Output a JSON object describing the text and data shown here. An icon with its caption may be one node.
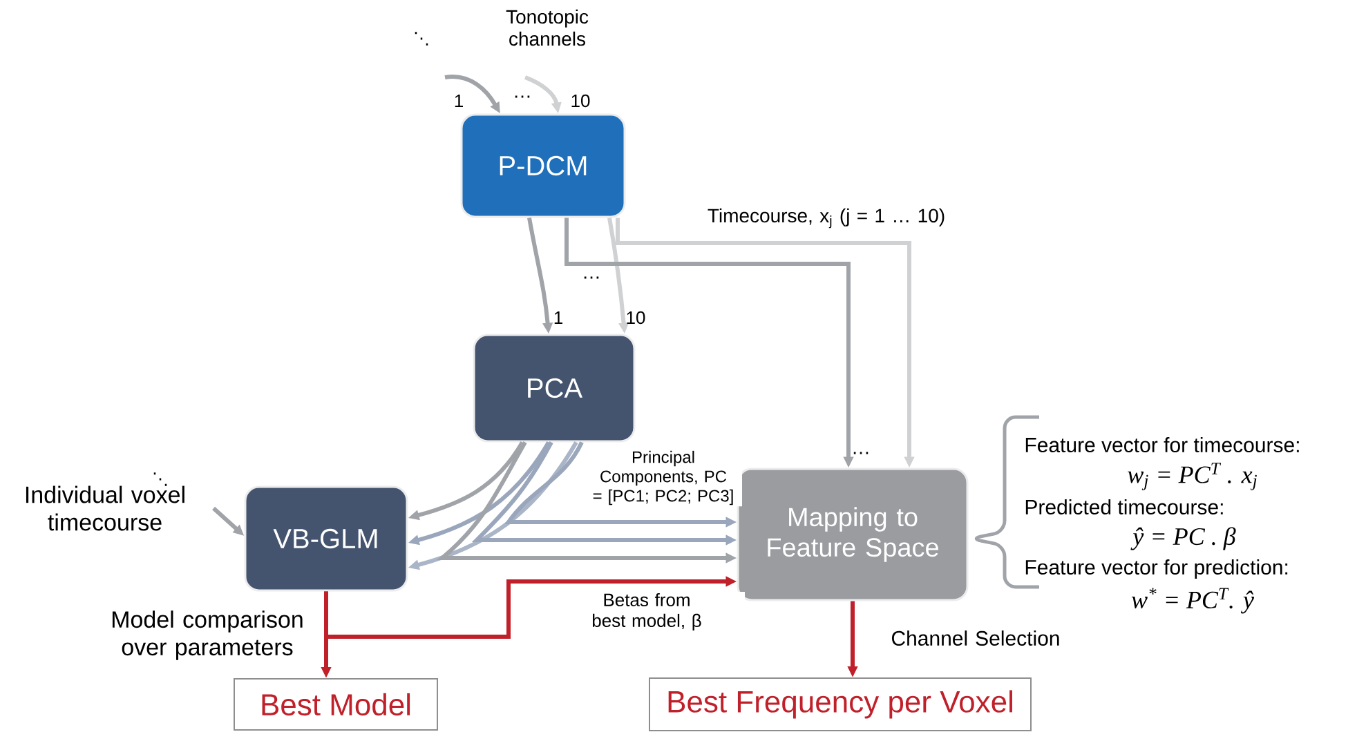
{
  "diagram": {
    "nodes": [
      {
        "text": [
          "P-DCM"
        ]
      },
      {
        "text": [
          "PCA"
        ]
      },
      {
        "text": [
          "VB-GLM"
        ]
      },
      {
        "text": [
          "Mapping to Feature Space"
        ]
      },
      {
        "text": [
          "Best Model"
        ]
      },
      {
        "text": [
          "Best Frequency per Voxel"
        ]
      },
      {
        "text": [
          "Individual voxel timecourse"
        ]
      }
    ],
    "edges": [
      {
        "from": null,
        "to": 0,
        "arrow": "to"
      },
      {
        "from": null,
        "to": 0,
        "arrow": "to",
        "color": "#cfd1d3"
      },
      {
        "from": 0,
        "to": 1,
        "arrow": "to"
      },
      {
        "from": 0,
        "to": 1,
        "arrow": "to",
        "color": "#cfd1d3"
      },
      {
        "from": 0,
        "to": 3,
        "arrow": "to"
      },
      {
        "from": 0,
        "to": 3,
        "arrow": "to",
        "color": "#cfd1d3",
        "label": "Timecourse, x$_{j}$ (j = 1 … 10)"
      },
      {
        "from": 1,
        "to": 2,
        "arrow": "to"
      },
      {
        "from": 1,
        "to": 2,
        "arrow": "to",
        "color": "#9aa6bb"
      },
      {
        "from": 1,
        "to": 2,
        "arrow": "to",
        "color": "#aab5c8"
      },
      {
        "from": 1,
        "to": 3,
        "arrow": "to",
        "color": "#9aa6bb",
        "label": "Principal Components, PC = [PC1; PC2; PC3]"
      },
      {
        "from": 1,
        "to": 3,
        "arrow": "to",
        "color": "#9aa6bb"
      },
      {
        "from": 1,
        "to": 3,
        "arrow": "to"
      },
      {
        "from": 6,
        "to": 2,
        "arrow": "to"
      },
      {
        "from": 2,
        "to": 4,
        "arrow": "to",
        "color": "#c0202a",
        "label": "Model comparison over parameters"
      },
      {
        "from": 2,
        "to": 3,
        "arrow": "to",
        "color": "#c0202a",
        "label": "Betas from best model, β"
      },
      {
        "from": 3,
        "to": 5,
        "arrow": "to",
        "color": "#c0202a",
        "label": "Channel Selection"
      }
    ],
    "labels": [
      "⋱",
      "Tonotopic channels",
      "1",
      "…",
      "10",
      "…",
      "1",
      "10",
      "⋱",
      "…",
      "Feature vector for timecourse:",
      "w$_{j}$ = PC$^{T}$ . x$_{j}$",
      "Predicted timecourse:",
      "ŷ = PC . β",
      "Feature vector for prediction:",
      "w$^{*}$ = PC$^{T}$. ŷ"
    ]
  }
}
